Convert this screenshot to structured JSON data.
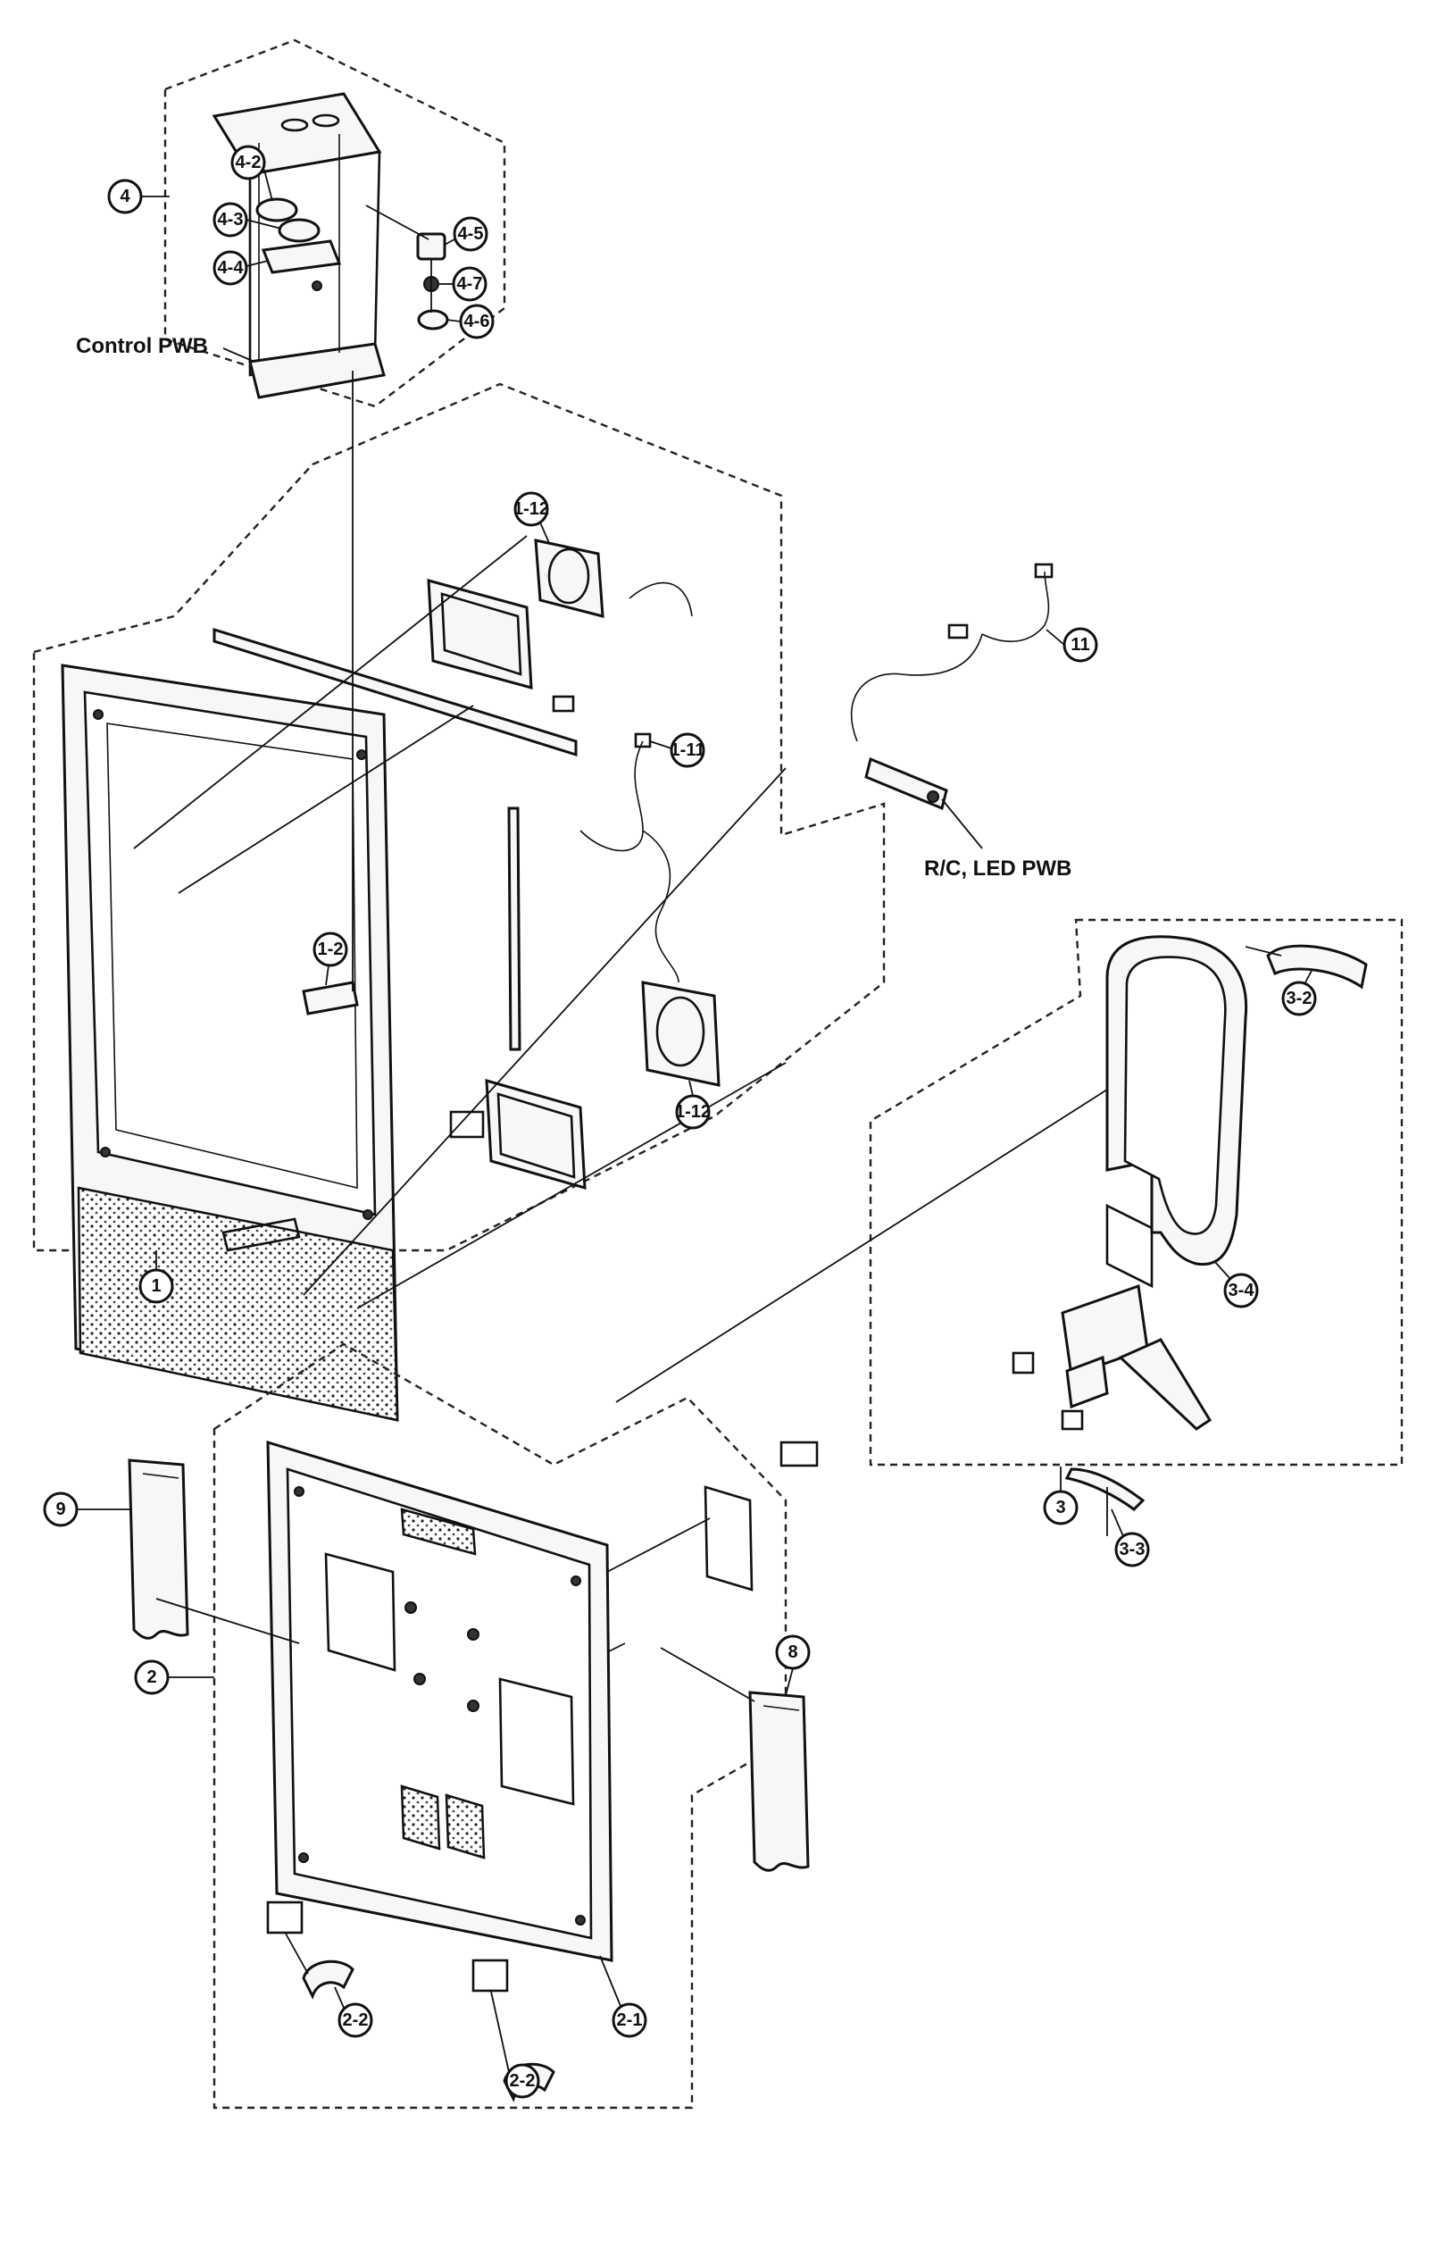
{
  "labels": {
    "control_pwb": "Control PWB",
    "rc_led_pwb": "R/C, LED PWB"
  },
  "callouts": {
    "c1": "1",
    "c1_2": "1-2",
    "c1_11": "1-11",
    "c1_12a": "1-12",
    "c1_12b": "1-12",
    "c2": "2",
    "c2_1": "2-1",
    "c2_2a": "2-2",
    "c2_2b": "2-2",
    "c3": "3",
    "c3_2": "3-2",
    "c3_3": "3-3",
    "c3_4": "3-4",
    "c4": "4",
    "c4_2": "4-2",
    "c4_3": "4-3",
    "c4_4": "4-4",
    "c4_5": "4-5",
    "c4_6": "4-6",
    "c4_7": "4-7",
    "c8": "8",
    "c9": "9",
    "c11": "11"
  }
}
